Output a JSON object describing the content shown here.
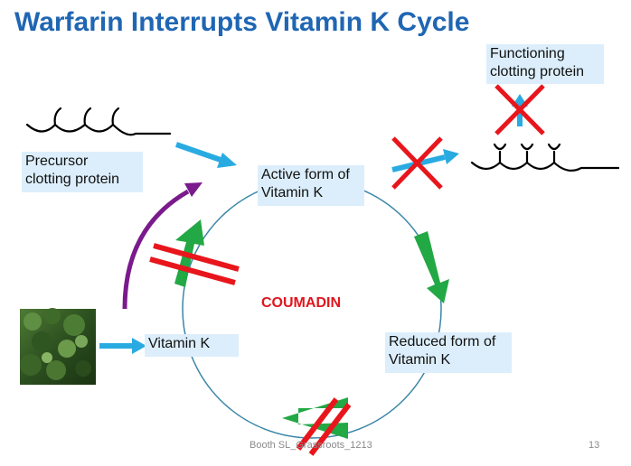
{
  "title": "Warfarin Interrupts Vitamin K Cycle",
  "labels": {
    "precursor_line1": "Precursor",
    "precursor_line2": "clotting protein",
    "active_line1": "Active form of",
    "active_line2": "Vitamin K",
    "functioning_line1": "Functioning",
    "functioning_line2": "clotting protein",
    "vitamin_k": "Vitamin K",
    "reduced_line1": "Reduced form of",
    "reduced_line2": "Vitamin K",
    "coumadin": "COUMADIN"
  },
  "footer": {
    "text": "Booth SL_Grassroots_1213",
    "page": "13"
  },
  "colors": {
    "title": "#1f66b3",
    "cycle": "#3a86a8",
    "blue_arrow": "#29abe2",
    "green_arrow": "#22a845",
    "purple_arrow": "#7a1a8c",
    "red_block": "#e8161c",
    "label_bg": "#dceefb"
  },
  "icons": [
    "kale-leaf-image",
    "precursor-protein-icon",
    "functioning-protein-icon",
    "x-mark-icon",
    "block-bars-icon"
  ]
}
